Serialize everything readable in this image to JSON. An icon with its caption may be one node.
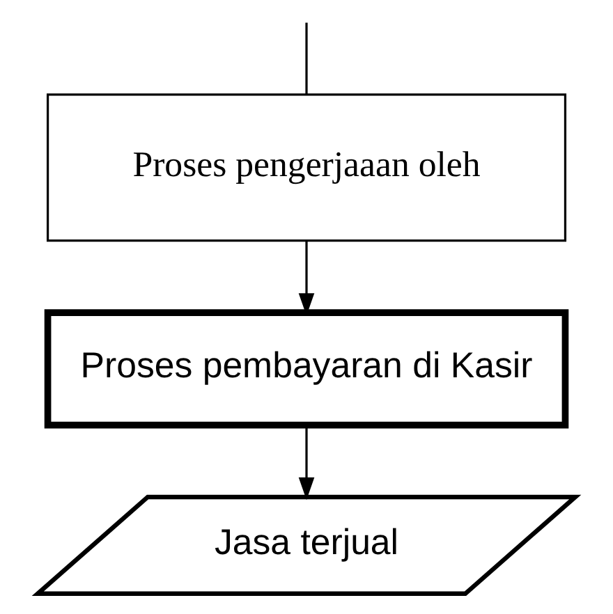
{
  "diagram": {
    "nodes": [
      {
        "text": [
          "Proses pengerjaaan oleh"
        ]
      },
      {
        "text": [
          "Proses pembayaran di Kasir"
        ]
      },
      {
        "text": [
          "Jasa terjual"
        ]
      }
    ],
    "edges": [
      {
        "from": null,
        "to": 0,
        "arrow": "none"
      },
      {
        "from": 0,
        "to": 1,
        "arrow": "to"
      },
      {
        "from": 1,
        "to": 2,
        "arrow": "to"
      }
    ]
  }
}
